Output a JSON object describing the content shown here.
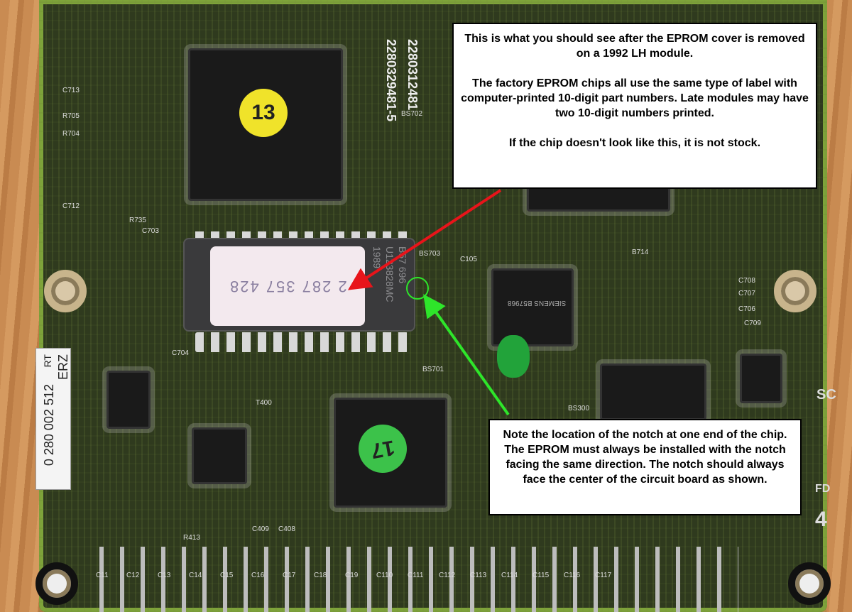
{
  "callouts": {
    "top": {
      "line1": "This is what you should see after the EPROM cover is removed on a 1992 LH module.",
      "line2": "The factory EPROM chips all use the same type of label with computer-printed 10-digit part numbers. Late modules may have two 10-digit numbers printed.",
      "line3": "If the chip doesn't look like this, it is not stock."
    },
    "bottom": {
      "text": "Note the location of the notch at one end of the chip. The EPROM must always be installed with the notch facing the same direction. The notch should always face the center of the circuit board as shown."
    }
  },
  "eprom": {
    "label_number": "2 287 357 428",
    "side_text": "B57 696\nU123828MC\n1989"
  },
  "board_numbers": [
    "2280312481",
    "2280329481-5"
  ],
  "stickers": {
    "top": "13",
    "bottom": "17"
  },
  "siemens_chip": "SIEMENS B57968",
  "erz_label": {
    "line1": "ERZ",
    "line2": "RT",
    "line3": "0 280 002 512"
  },
  "silkscreen": [
    "C713",
    "R705",
    "R704",
    "C712",
    "R735",
    "C703",
    "C105",
    "C704",
    "T400",
    "BS701",
    "BS702",
    "BS703",
    "B714",
    "C708",
    "C707",
    "C706",
    "C709",
    "BS300",
    "R413",
    "C408",
    "C409",
    "C11",
    "C12",
    "C13",
    "C14",
    "C15",
    "C16",
    "C17",
    "C18",
    "C19",
    "C110",
    "C111",
    "C112",
    "C113",
    "C114",
    "C115",
    "C116",
    "C117",
    "SC",
    "FD",
    "4"
  ],
  "colors": {
    "arrow_red": "#e8141a",
    "arrow_green": "#2ee52a",
    "sticker_yellow": "#f0e32a",
    "sticker_green": "#3cc24a"
  }
}
